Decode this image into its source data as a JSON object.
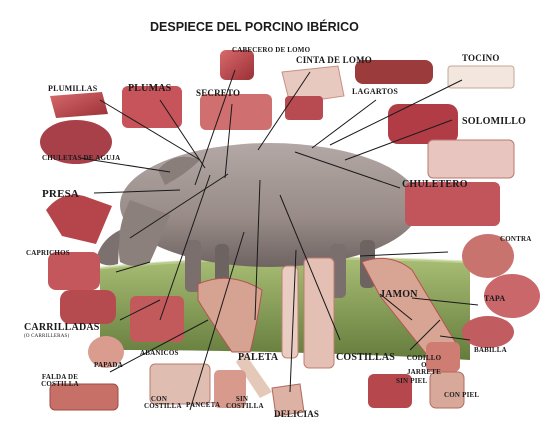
{
  "title": "DESPIECE DEL PORCINO IBÉRICO",
  "labels": {
    "cabecero_lomo": "CABECERO DE LOMO",
    "cinta_lomo": "CINTA DE LOMO",
    "tocino": "TOCINO",
    "plumillas": "PLUMILLAS",
    "plumas": "PLUMAS",
    "secreto": "SECRETO",
    "lagartos": "LAGARTOS",
    "solomillo": "SOLOMILLO",
    "chuletas_aguja": "CHULETAS DE AGUJA",
    "chuletero": "CHULETERO",
    "presa": "PRESA",
    "caprichos": "CAPRICHOS",
    "contra": "CONTRA",
    "jamon": "JAMON",
    "tapa": "TAPA",
    "carrilladas": "CARRILLADAS",
    "carrilladas_sub": "(O CARRILLERAS)",
    "babilla": "BABILLA",
    "papada": "PAPADA",
    "abanicos": "ABANICOS",
    "paleta": "PALETA",
    "costillas": "COSTILLAS",
    "codillo": "CODILLO O JARRETE",
    "falda_costilla": "FALDA DE COSTILLA",
    "con_costilla": "CON COSTILLA",
    "panceta": "PANCETA",
    "sin_costilla": "SIN COSTILLA",
    "delicias": "DELICIAS",
    "sin_piel": "SIN PIEL",
    "con_piel": "CON PIEL"
  },
  "colors": {
    "meat": "#b8424a",
    "fat": "#f1e3dc",
    "pig": "#9c8f8c",
    "grass": "#6e8a3a",
    "line": "#1a1a1a"
  }
}
